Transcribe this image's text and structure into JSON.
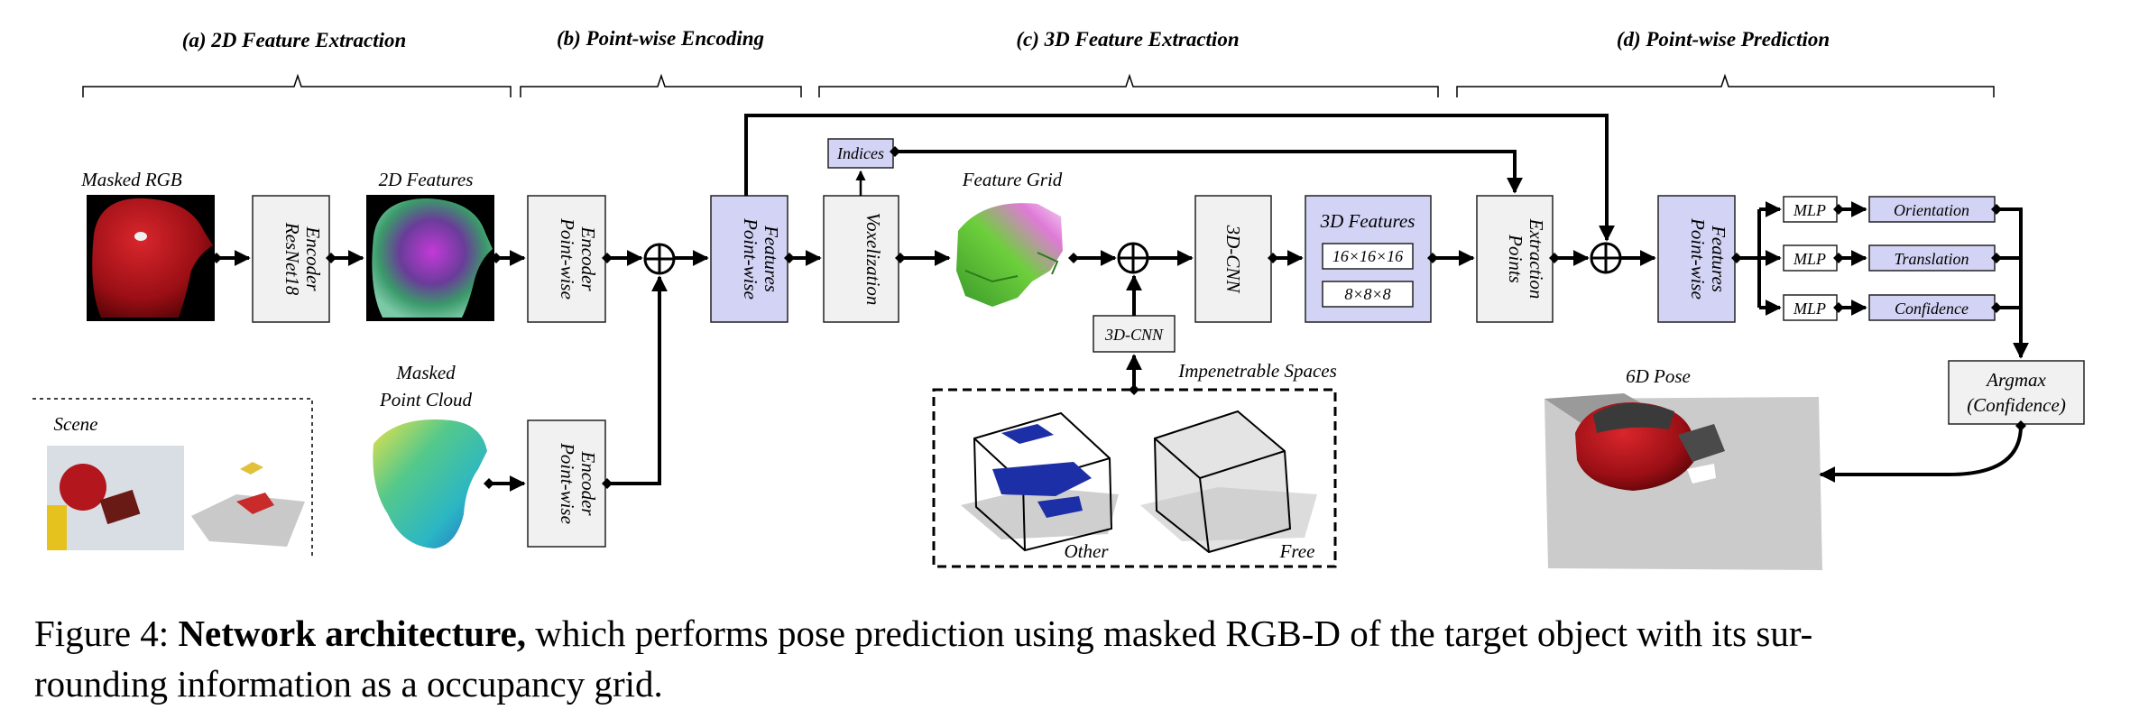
{
  "stages": {
    "a": "(a) 2D Feature Extraction",
    "b": "(b) Point-wise Encoding",
    "c": "(c) 3D Feature Extraction",
    "d": "(d) Point-wise Prediction"
  },
  "labels": {
    "masked_rgb": "Masked RGB",
    "features_2d": "2D Features",
    "masked_pc_1": "Masked",
    "masked_pc_2": "Point Cloud",
    "scene": "Scene",
    "feature_grid": "Feature Grid",
    "impenetrable": "Impenetrable Spaces",
    "other": "Other",
    "free": "Free",
    "pose_6d": "6D Pose"
  },
  "boxes": {
    "resnet_1": "ResNet18",
    "resnet_2": "Encoder",
    "pw_enc_top_1": "Point-wise",
    "pw_enc_top_2": "Encoder",
    "pw_enc_bot_1": "Point-wise",
    "pw_enc_bot_2": "Encoder",
    "pw_feat_1_1": "Point-wise",
    "pw_feat_1_2": "Features",
    "voxelization": "Voxelization",
    "indices": "Indices",
    "cnn3d_main": "3D-CNN",
    "cnn3d_side": "3D-CNN",
    "features_3d": "3D Features",
    "grid_16": "16×16×16",
    "grid_8": "8×8×8",
    "points_extr_1": "Points",
    "points_extr_2": "Extraction",
    "pw_feat_2_1": "Point-wise",
    "pw_feat_2_2": "Features",
    "mlp_1": "MLP",
    "mlp_2": "MLP",
    "mlp_3": "MLP",
    "orientation": "Orientation",
    "translation": "Translation",
    "confidence": "Confidence",
    "argmax_1": "Argmax",
    "argmax_2": "(Confidence)"
  },
  "caption": {
    "prefix": "Figure 4:",
    "bold": "Network architecture,",
    "line1_rest": "which performs pose prediction using masked RGB-D of the target object with its sur-",
    "line2": "rounding information as a occupancy grid."
  },
  "colors": {
    "encoder_box": "#f1f1f1",
    "feature_box": "#d3d4f5",
    "object_red": "#b0141a",
    "voxel_blue": "#1d2fa6"
  }
}
